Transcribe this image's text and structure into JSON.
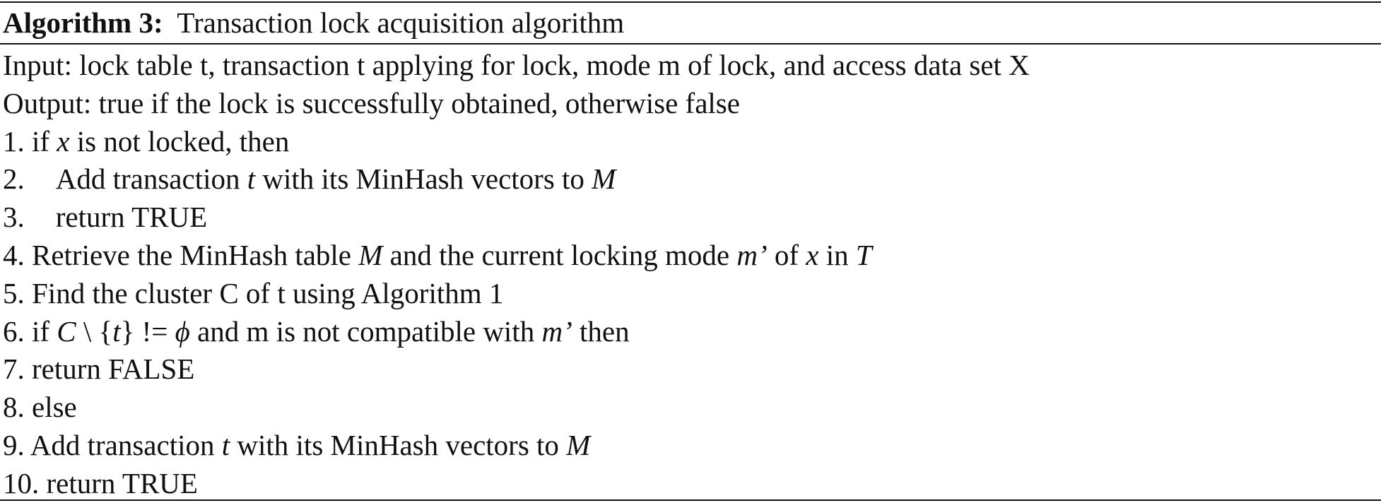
{
  "algorithm": {
    "label": "Algorithm 3:",
    "title": "Transaction lock acquisition algorithm"
  },
  "lines": {
    "input": "Input: lock table t, transaction t applying for lock, mode m of lock, and access data set X",
    "output": "Output: true if the lock is successfully obtained, otherwise false",
    "l1": {
      "num": "1.",
      "a": "if ",
      "x": "x",
      "b": " is not locked, then"
    },
    "l2": {
      "num": "2.",
      "a": "Add transaction ",
      "t": "t",
      "b": " with its MinHash vectors to ",
      "M": "M"
    },
    "l3": {
      "num": "3.",
      "a": "return TRUE"
    },
    "l4": {
      "num": "4.",
      "a": "Retrieve the MinHash table ",
      "M": "M",
      "b": " and the current locking mode ",
      "mp": "m’",
      "c": " of ",
      "x": "x",
      "d": " in ",
      "T": "T"
    },
    "l5": {
      "num": "5.",
      "a": "Find the cluster C of t using Algorithm 1"
    },
    "l6": {
      "num": "6.",
      "a": "if ",
      "C": "C",
      "setminus": " \\ {",
      "t": "t",
      "close": "} != ",
      "phi": "ϕ",
      "b": " and m is not compatible with ",
      "mp": "m’",
      "c": " then"
    },
    "l7": {
      "num": "7.",
      "a": "return FALSE"
    },
    "l8": {
      "num": "8.",
      "a": "else"
    },
    "l9": {
      "num": "9.",
      "a": "Add transaction ",
      "t": "t",
      "b": " with its MinHash vectors to ",
      "M": "M"
    },
    "l10": {
      "num": "10.",
      "a": "return TRUE"
    }
  }
}
